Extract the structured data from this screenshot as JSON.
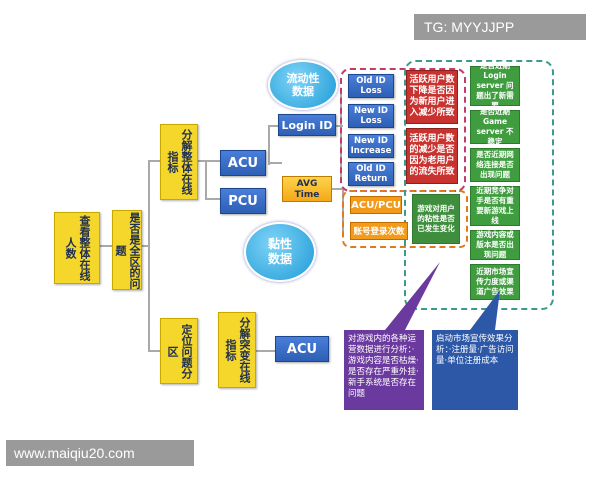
{
  "watermark_top": "TG: MYYJJPP",
  "watermark_bottom": "www.maiqiu20.com",
  "nodes": {
    "check_online": "查看整体在线人数",
    "is_all_server": "是否是全区的问题",
    "decompose": "分解整体在线指标",
    "locate": "定位问题分区",
    "decompose_sudden": "分解突变在线指标",
    "acu": "ACU",
    "pcu": "PCU",
    "acu2": "ACU",
    "login_id": "Login ID",
    "avg_time": "AVG Time",
    "acu_pcu": "ACU/PCU",
    "login_count": "账号登录次数",
    "old_id_loss": "Old ID Loss",
    "new_id_loss": "New ID Loss",
    "new_id_increase": "New ID Increase",
    "old_id_return": "Old ID Return",
    "liquidity": "流动性数据",
    "stickiness": "黏性数据"
  },
  "red_boxes": [
    "活跃用户数下降是否因为新用户进入减少所致",
    "活跃用户数的减少是否因为老用户的流失所致"
  ],
  "yellow_note": "游戏对用户的粘性是否已发生变化",
  "green_boxes": [
    "是否近期 Login server 问题出了新需要",
    "是否近期 Game server 不稳定",
    "是否近期网络连接是否出现问题",
    "近期竞争对手是否有重要新游戏上线",
    "游戏内容或版本是否出现问题",
    "近期市场宣传力度或渠道广告效果"
  ],
  "callouts": {
    "purple": "对游戏内的各种运营数据进行分析：·游戏内容是否枯燥·是否存在严重外挂·新手系统是否存在问题",
    "blue": "启动市场宣传效果分析：·注册量·广告访问量·单位注册成本"
  },
  "colors": {
    "yellow": "#f5d62a",
    "green": "#4aa14a",
    "blue": "#2d5fb5",
    "orange": "#f39a1a",
    "red": "#c8332f",
    "purple": "#6b3a9e"
  }
}
